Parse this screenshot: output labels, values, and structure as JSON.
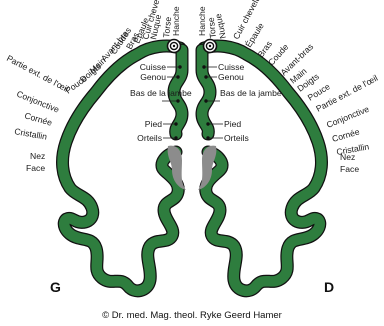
{
  "colors": {
    "cortex": "#2e7d3e",
    "outline": "#111111",
    "ventricles": "#8c8c8c",
    "background": "#ffffff"
  },
  "left_hemisphere": {
    "side_letter": "G",
    "outer_labels": [
      "Hanche",
      "Torse",
      "Nuque",
      "Cuir chevelu",
      "Épaule",
      "Bras",
      "Coude",
      "Avant-bras",
      "Main",
      "Doigts",
      "Pouce",
      "Partie ext. de l'œil",
      "Conjonctive",
      "Cornée",
      "Cristallin",
      "Nez",
      "Face"
    ],
    "inner_labels": [
      "Cuisse",
      "Genou",
      "Bas de la jambe",
      "Pied",
      "Orteils"
    ]
  },
  "right_hemisphere": {
    "side_letter": "D",
    "outer_labels": [
      "Hanche",
      "Torse",
      "Nuque",
      "Cuir chevelu",
      "Épaule",
      "Bras",
      "Coude",
      "Avant-bras",
      "Main",
      "Doigts",
      "Pouce",
      "Partie ext. de l'œil",
      "Conjonctive",
      "Cornée",
      "Cristallin",
      "Nez",
      "Face"
    ],
    "inner_labels": [
      "Cuisse",
      "Genou",
      "Bas de la jambe",
      "Pied",
      "Orteils"
    ]
  },
  "icons": [
    "spiral-icon"
  ],
  "copyright": "© Dr. med. Mag. theol. Ryke Geerd Hamer"
}
